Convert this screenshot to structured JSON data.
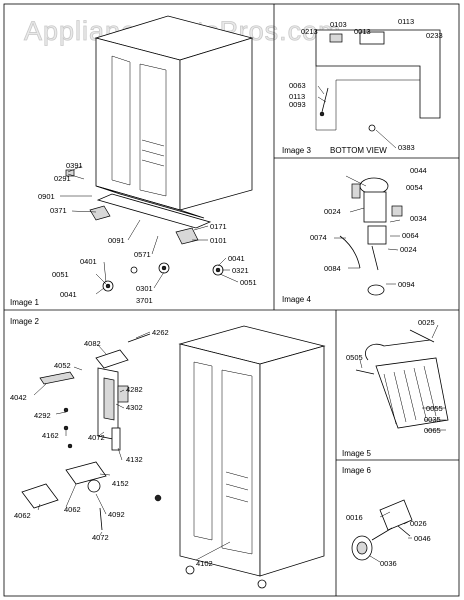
{
  "watermark": "AppliancePartsPros.com",
  "panels": {
    "image1": "Image 1",
    "image2": "Image 2",
    "image3": "Image 3",
    "image3_caption": "BOTTOM VIEW",
    "image4": "Image 4",
    "image5": "Image 5",
    "image6": "Image 6"
  },
  "parts": {
    "p0391": "0391",
    "p0291": "0291",
    "p0901": "0901",
    "p0371": "0371",
    "p0091": "0091",
    "p0571": "0571",
    "p0171": "0171",
    "p0101": "0101",
    "p0401": "0401",
    "p0051a": "0051",
    "p0301": "0301",
    "p0041a": "0041",
    "p3701": "3701",
    "p0041b": "0041",
    "p0321": "0321",
    "p0051b": "0051",
    "p0213": "0213",
    "p0103": "0103",
    "p0013": "0013",
    "p0113a": "0113",
    "p0233": "0233",
    "p0063": "0063",
    "p0113b": "0113",
    "p0093": "0093",
    "p0383": "0383",
    "p0044": "0044",
    "p0054": "0054",
    "p0024a": "0024",
    "p0034": "0034",
    "p0074": "0074",
    "p0064": "0064",
    "p0024b": "0024",
    "p0084": "0084",
    "p0094": "0094",
    "p4262": "4262",
    "p4082": "4082",
    "p4052": "4052",
    "p4282": "4282",
    "p4042": "4042",
    "p4302": "4302",
    "p4292": "4292",
    "p4162": "4162",
    "p4072a": "4072",
    "p4132": "4132",
    "p4152": "4152",
    "p4062": "4062",
    "p4092": "4092",
    "p4082b": "4062",
    "p4072b": "4072",
    "p4102": "4102",
    "p0025": "0025",
    "p0505": "0505",
    "p0055": "0055",
    "p0035": "0035",
    "p0065": "0065",
    "p0016": "0016",
    "p0026": "0026",
    "p0046": "0046",
    "p0036": "0036"
  }
}
